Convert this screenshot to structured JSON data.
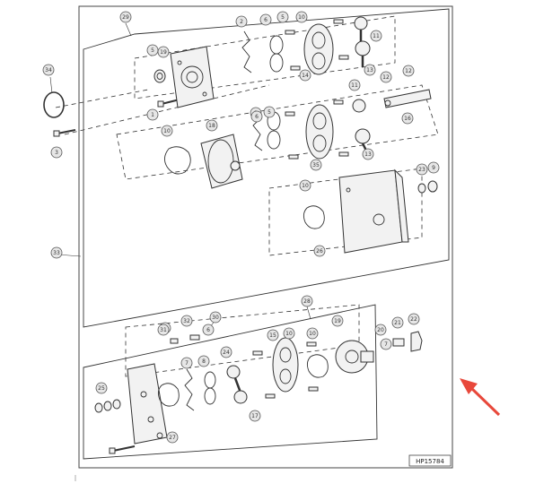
{
  "diagram": {
    "reference_code": "HP15784",
    "callouts": [
      "1",
      "2",
      "3",
      "5",
      "6",
      "7",
      "8",
      "9",
      "10",
      "11",
      "12",
      "13",
      "14",
      "15",
      "16",
      "17",
      "18",
      "19",
      "20",
      "21",
      "22",
      "23",
      "24",
      "25",
      "26",
      "27",
      "28",
      "29",
      "30",
      "31",
      "32",
      "33",
      "34",
      "35"
    ],
    "annotation": {
      "type": "arrow",
      "color": "#e8483b"
    }
  }
}
